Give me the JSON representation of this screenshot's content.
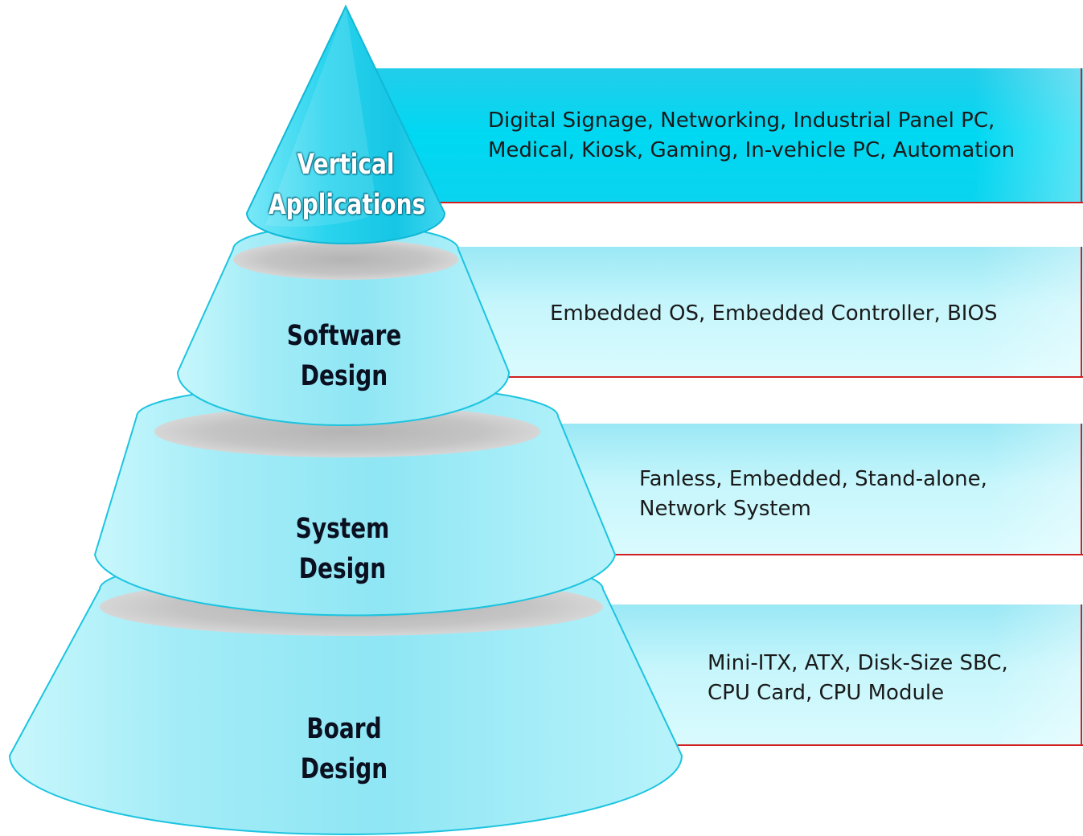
{
  "tiers": [
    {
      "id": "vertical",
      "label_line1": "Vertical",
      "label_line2": "Applications",
      "band_line1": "Digital Signage, Networking, Industrial Panel PC,",
      "band_line2": "Medical, Kiosk, Gaming, In-vehicle PC, Automation"
    },
    {
      "id": "software",
      "label_line1": "Software",
      "label_line2": "Design",
      "band_line1": "Embedded OS, Embedded Controller, BIOS"
    },
    {
      "id": "system",
      "label_line1": "System",
      "label_line2": "Design",
      "band_line1": "Fanless, Embedded, Stand-alone,",
      "band_line2": "Network System"
    },
    {
      "id": "board",
      "label_line1": "Board",
      "label_line2": "Design",
      "band_line1": "Mini-ITX, ATX, Disk-Size SBC,",
      "band_line2": "CPU Card, CPU Module"
    }
  ],
  "colors": {
    "top_band": "#00c8e8",
    "light_band": "#b8f4fb",
    "tier_fill": "#a6eef8",
    "tier_stroke": "#1cc4e0",
    "top_cone": "#1fd0ec",
    "shadow": "#c8c8c8",
    "band_edge": "#d02020"
  }
}
